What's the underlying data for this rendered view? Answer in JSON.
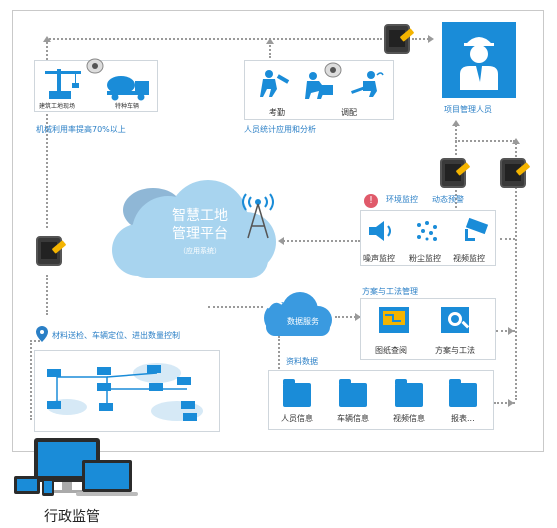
{
  "nodes": {
    "construction_site": "建筑工地现场",
    "special_vehicle": "特种车辆",
    "machine_caption": "机械利用率提高70%以上",
    "attendance": "考勤",
    "dispatch": "调配",
    "people_caption": "人员统计应用和分析",
    "project_manager": "项目管理人员",
    "platform_title_1": "智慧工地",
    "platform_title_2": "管理平台",
    "platform_sub": "（应用系统）",
    "env_monitor": "环境监控",
    "dynamic_alert": "动态预警",
    "noise_monitor": "噪声监控",
    "dust_monitor": "粉尘监控",
    "video_monitor": "视频监控",
    "scheme_title": "方案与工法管理",
    "drawing_query": "图纸查阅",
    "scheme_method": "方案与工法",
    "data_service": "数据服务",
    "material_caption": "材料送检、车辆定位、进出数量控制",
    "data_title": "资料数据",
    "person_info": "人员信息",
    "vehicle_info": "车辆信息",
    "video_info": "视频信息",
    "report": "报表...",
    "admin": "行政监管"
  },
  "colors": {
    "accent": "#1a8cd8",
    "caption": "#2a7fc6",
    "cloud": "#9fcbe8",
    "line": "#9a9a9a"
  }
}
